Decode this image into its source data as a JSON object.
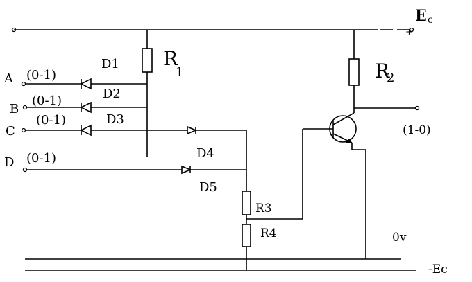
{
  "labels": {
    "supply_pos_sign": "+",
    "supply_pos_main": "E",
    "supply_pos_sub": "c",
    "supply_neg": "-Ec",
    "ground": "0v",
    "output_level": "(1-0)",
    "r1_main": "R",
    "r1_sub": "1",
    "r2_main": "R",
    "r2_sub": "2",
    "r3": "R3",
    "r4": "R4",
    "d1": "D1",
    "d2": "D2",
    "d3": "D3",
    "d4": "D4",
    "d5": "D5"
  },
  "inputs": [
    {
      "name": "A",
      "level": "(0-1)"
    },
    {
      "name": "B",
      "level": "(0-1)"
    },
    {
      "name": "C",
      "level": "(0-1)"
    },
    {
      "name": "D",
      "level": "(0-1)"
    }
  ]
}
